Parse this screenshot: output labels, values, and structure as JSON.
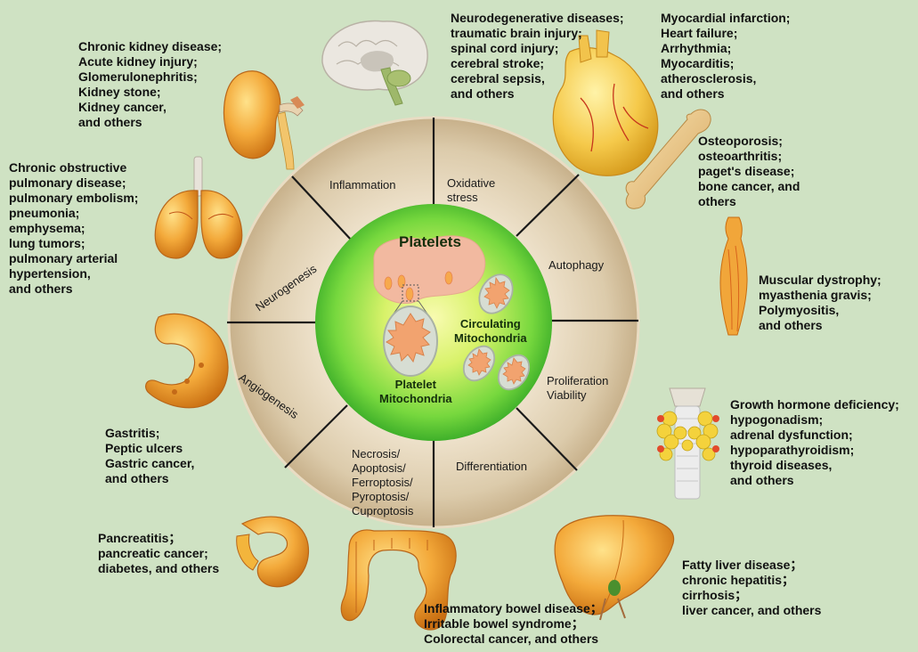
{
  "segments": {
    "inflammation": "Inflammation",
    "oxidative_stress": "Oxidative\nstress",
    "autophagy": "Autophagy",
    "proliferation": "Proliferation\nViability",
    "differentiation": "Differentiation",
    "cell_death": "Necrosis/\nApoptosis/\nFerroptosis/\nPyroptosis/\nCuproptosis",
    "angiogenesis": "Angiogenesis",
    "neurogenesis": "Neurogenesis"
  },
  "center": {
    "title": "Platelets",
    "platelet_mito": "Platelet\nMitochondria",
    "circulating_mito": "Circulating\nMitochondria"
  },
  "diseases": {
    "kidney": "Chronic kidney disease;\nAcute kidney injury;\nGlomerulonephritis;\nKidney stone;\nKidney cancer,\nand others",
    "brain": "Neurodegenerative diseases;\ntraumatic brain injury;\nspinal cord injury;\ncerebral stroke;\ncerebral sepsis,\nand others",
    "heart": "Myocardial infarction;\nHeart failure;\nArrhythmia;\nMyocarditis;\natherosclerosis,\nand others",
    "bone": "Osteoporosis;\nosteoarthritis;\npaget's disease;\n bone cancer, and\nothers",
    "muscle": "Muscular dystrophy;\nmyasthenia gravis;\nPolymyositis,\nand others",
    "lung": "Chronic obstructive\npulmonary disease;\npulmonary embolism;\npneumonia;\nemphysema;\nlung tumors;\npulmonary arterial\nhypertension,\nand others",
    "stomach": "Gastritis;\nPeptic ulcers\nGastric cancer,\nand others",
    "pancreas": "Pancreatitis；\npancreatic cancer;\ndiabetes, and others",
    "colon": "Inflammatory bowel disease；\nIrritable bowel syndrome；\nColorectal cancer, and others",
    "liver": "Fatty liver disease；\nchronic hepatitis；\ncirrhosis；\nliver cancer, and others",
    "endocrine": "Growth hormone deficiency;\nhypogonadism;\nadrenal dysfunction;\nhypoparathyroidism;\nthyroid diseases,\nand others"
  }
}
